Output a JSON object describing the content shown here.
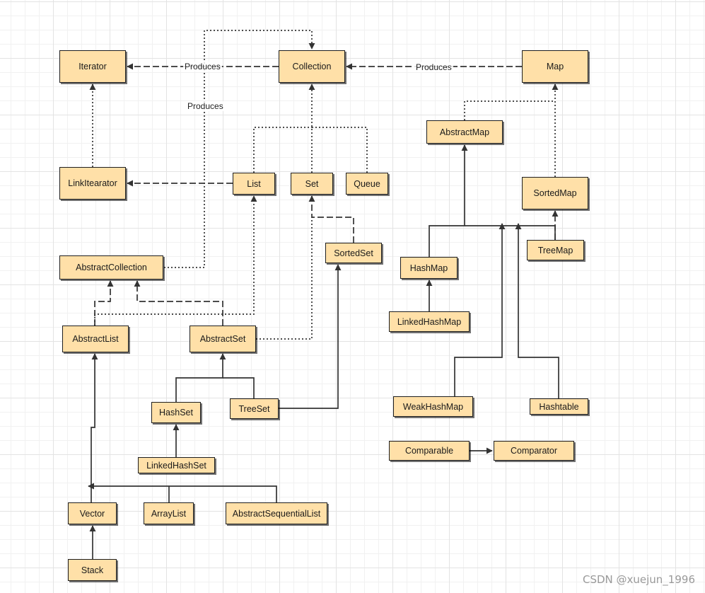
{
  "diagram": {
    "nodes": {
      "iterator": "Iterator",
      "collection": "Collection",
      "map": "Map",
      "link_itearator": "LinkItearator",
      "list": "List",
      "set": "Set",
      "queue": "Queue",
      "abstract_map": "AbstractMap",
      "sorted_map": "SortedMap",
      "tree_map": "TreeMap",
      "hash_map": "HashMap",
      "linked_hash_map": "LinkedHashMap",
      "sorted_set": "SortedSet",
      "abstract_collection": "AbstractCollection",
      "abstract_list": "AbstractList",
      "abstract_set": "AbstractSet",
      "hash_set": "HashSet",
      "tree_set": "TreeSet",
      "linked_hash_set": "LinkedHashSet",
      "weak_hash_map": "WeakHashMap",
      "hashtable": "Hashtable",
      "comparable": "Comparable",
      "comparator": "Comparator",
      "vector": "Vector",
      "array_list": "ArrayList",
      "abstract_sequential_list": "AbstractSequentialList",
      "stack": "Stack"
    },
    "edge_labels": {
      "collection_to_iterator": "Produces",
      "map_to_collection": "Produces",
      "abstract_collection_to_collection": "Produces"
    }
  },
  "watermark": "CSDN @xuejun_1996",
  "colors": {
    "node_fill": "#ffe0a8",
    "node_border": "#1e1e1e",
    "edge": "#333333",
    "watermark": "#9a9a9a"
  }
}
